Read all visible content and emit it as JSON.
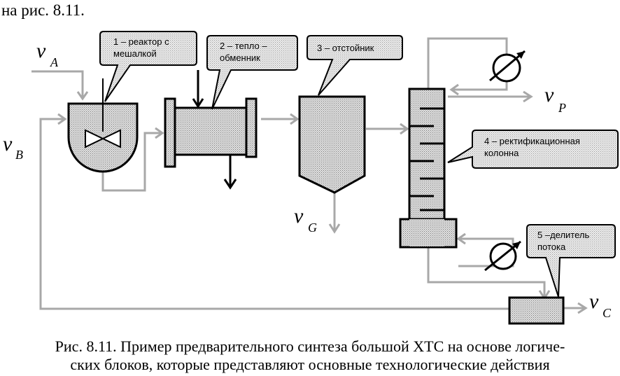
{
  "top_text": "на рис. 8.11.",
  "callouts": {
    "reactor": [
      "1 – реактор с",
      "мешалкой"
    ],
    "heat_exchanger": [
      "2 – тепло –",
      "обменник"
    ],
    "settler": [
      "3 – отстойник"
    ],
    "column": [
      "4 – ректификационная",
      "колонна"
    ],
    "splitter": [
      "5 –делитель",
      "потока"
    ]
  },
  "streams": {
    "A": {
      "v": "v",
      "sub": "A"
    },
    "B": {
      "v": "v",
      "sub": "B"
    },
    "G": {
      "v": "v",
      "sub": "G"
    },
    "P": {
      "v": "v",
      "sub": "P"
    },
    "C": {
      "v": "v",
      "sub": "C"
    }
  },
  "caption": {
    "line1": "Рис. 8.11. Пример предварительного синтеза большой ХТС на основе логиче-",
    "line2": "ских блоков, которые представляют основные технологические действия"
  },
  "colors": {
    "equipment_fill": "#c8c8c8",
    "callout_fill": "#dcdcdc",
    "flow_line": "#a8a8a8",
    "outline": "#000000"
  }
}
